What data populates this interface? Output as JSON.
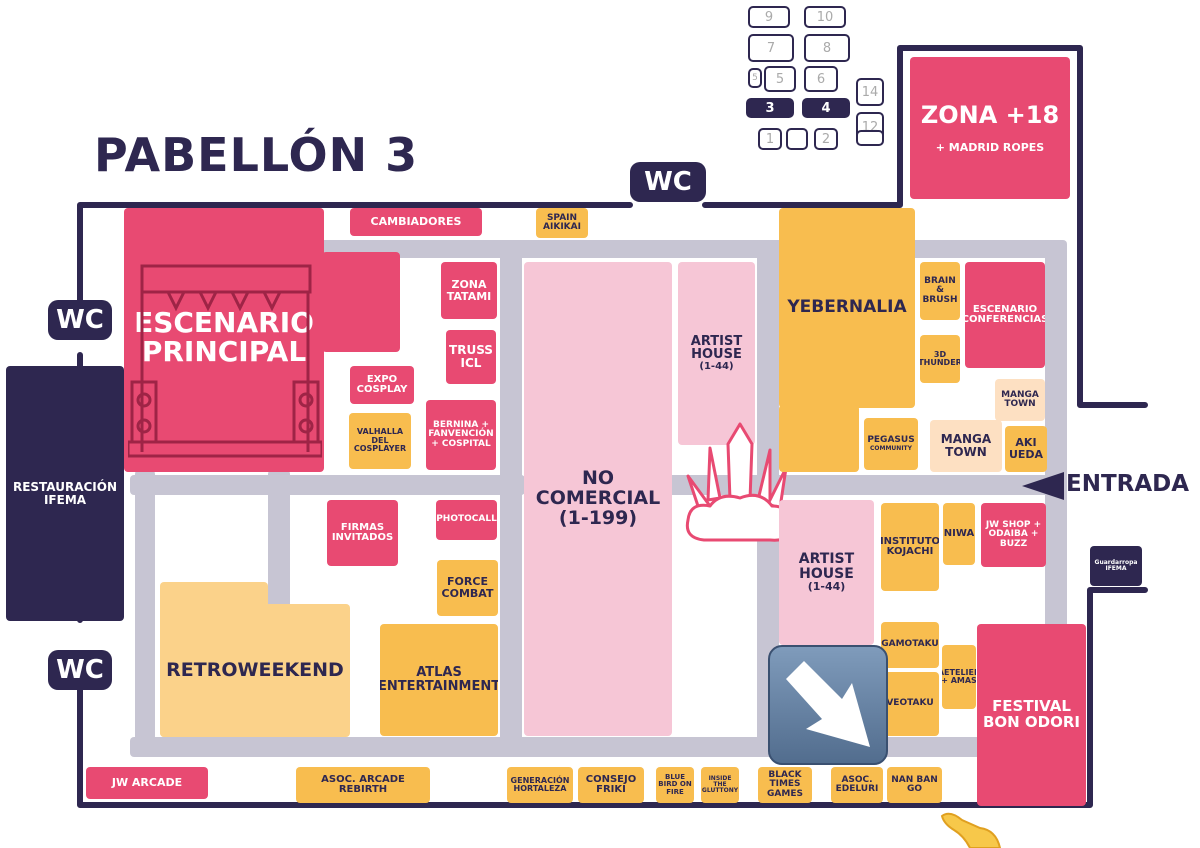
{
  "title": "PABELLÓN 3",
  "entrance": {
    "label": "ENTRADA"
  },
  "wc": {
    "top": "WC",
    "left_top": "WC",
    "left_bottom": "WC"
  },
  "colors": {
    "navy": "#2e2750",
    "pink": "#e84a72",
    "orange": "#f8bd4f",
    "light_pink": "#f6c6d6",
    "aisle": "#c7c5d3"
  },
  "minimap": {
    "halls": [
      "9",
      "10",
      "7",
      "8",
      "5",
      "6",
      "3",
      "4",
      "1",
      "2",
      "14",
      "12"
    ],
    "extra": "5"
  },
  "zones": {
    "restauracion": "RESTAURACIÓN IFEMA",
    "escenario_principal": "ESCENARIO PRINCIPAL",
    "cambiadores": "CAMBIADORES",
    "spain_aikikai": "SPAIN AIKIKAI",
    "zona_tatami": "ZONA TATAMI",
    "truss_icl": "TRUSS ICL",
    "expo_cosplay": "EXPO COSPLAY",
    "valhalla": "VALHALLA DEL COSPLAYER",
    "bernina": "BERNINA + FANVENCIÓN + COSPITAL",
    "firmas": "FIRMAS INVITADOS",
    "photocall": "PHOTOCALL",
    "force_combat": "FORCE COMBAT",
    "retroweekend": "RETROWEEKEND",
    "atlas": "ATLAS ENTERTAINMENT",
    "no_comercial": "NO COMERCIAL",
    "no_comercial_range": "(1-199)",
    "artist_house_top": "ARTIST HOUSE",
    "artist_house_top_range": "(1-44)",
    "artist_house_bottom": "ARTIST HOUSE",
    "artist_house_bottom_range": "(1-44)",
    "yebernalia": "YEBERNALIA",
    "brain_brush": "BRAIN & BRUSH",
    "thunder": "3D THUNDER",
    "escenario_conferencias": "ESCENARIO CONFERENCIAS",
    "manga_town_small": "MANGA TOWN",
    "manga_town": "MANGA TOWN",
    "pegasus": "PEGASUS",
    "pegasus_sub": "COMMUNITY",
    "aki_ueda": "AKI UEDA",
    "zona18": "ZONA +18",
    "madrid_ropes": "+ MADRID ROPES",
    "instituto_kojachi": "INSTITUTO KOJACHI",
    "niwa": "NIWA",
    "jw_shop": "JW SHOP + ODAIBA + BUZZ",
    "guardarropa": "Guardarropa IFEMA",
    "gamotaku": "GAMOTAKU",
    "aetelier": "AETELIER + AMAS",
    "veotaku": "VEOTAKU",
    "festival": "FESTIVAL BON ODORI",
    "jw_arcade": "JW ARCADE",
    "arcade_rebirth": "ASOC. ARCADE REBIRTH",
    "generacion": "GENERACIÓN HORTALEZA",
    "consejo_friki": "CONSEJO FRIKI",
    "blue_bird": "BLUE BIRD ON FIRE",
    "inside": "INSIDE THE GLUTTONY",
    "black_times": "BLACK TIMES GAMES",
    "edeluri": "ASOC. EDELURI",
    "nan_ban": "NAN BAN GO"
  }
}
